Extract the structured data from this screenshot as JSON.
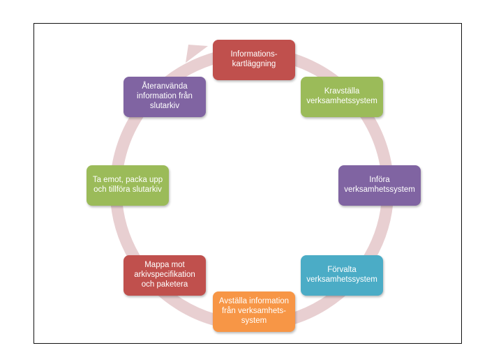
{
  "colors": {
    "red": "#c0504d",
    "green": "#9bbb59",
    "purple": "#8064a2",
    "cyan": "#4bacc6",
    "orange": "#f79646",
    "ring": "#e8cfd1"
  },
  "cycle": {
    "steps": [
      {
        "label": "Informations-\nkartläggning",
        "color": "red"
      },
      {
        "label": "Kravställa\nverksamhetssystem",
        "color": "green"
      },
      {
        "label": "Införa\nverksamhetssystem",
        "color": "purple"
      },
      {
        "label": "Förvalta\nverksamhetssystem",
        "color": "cyan"
      },
      {
        "label": "Avställa information\nfrån verksamhets-\nsystem",
        "color": "orange"
      },
      {
        "label": "Mappa mot\narkivspecifikation\noch paketera",
        "color": "red"
      },
      {
        "label": "Ta emot, packa upp\noch tillföra slutarkiv",
        "color": "green"
      },
      {
        "label": "Återanvända\ninformation från\nslutarkiv",
        "color": "purple"
      }
    ]
  }
}
